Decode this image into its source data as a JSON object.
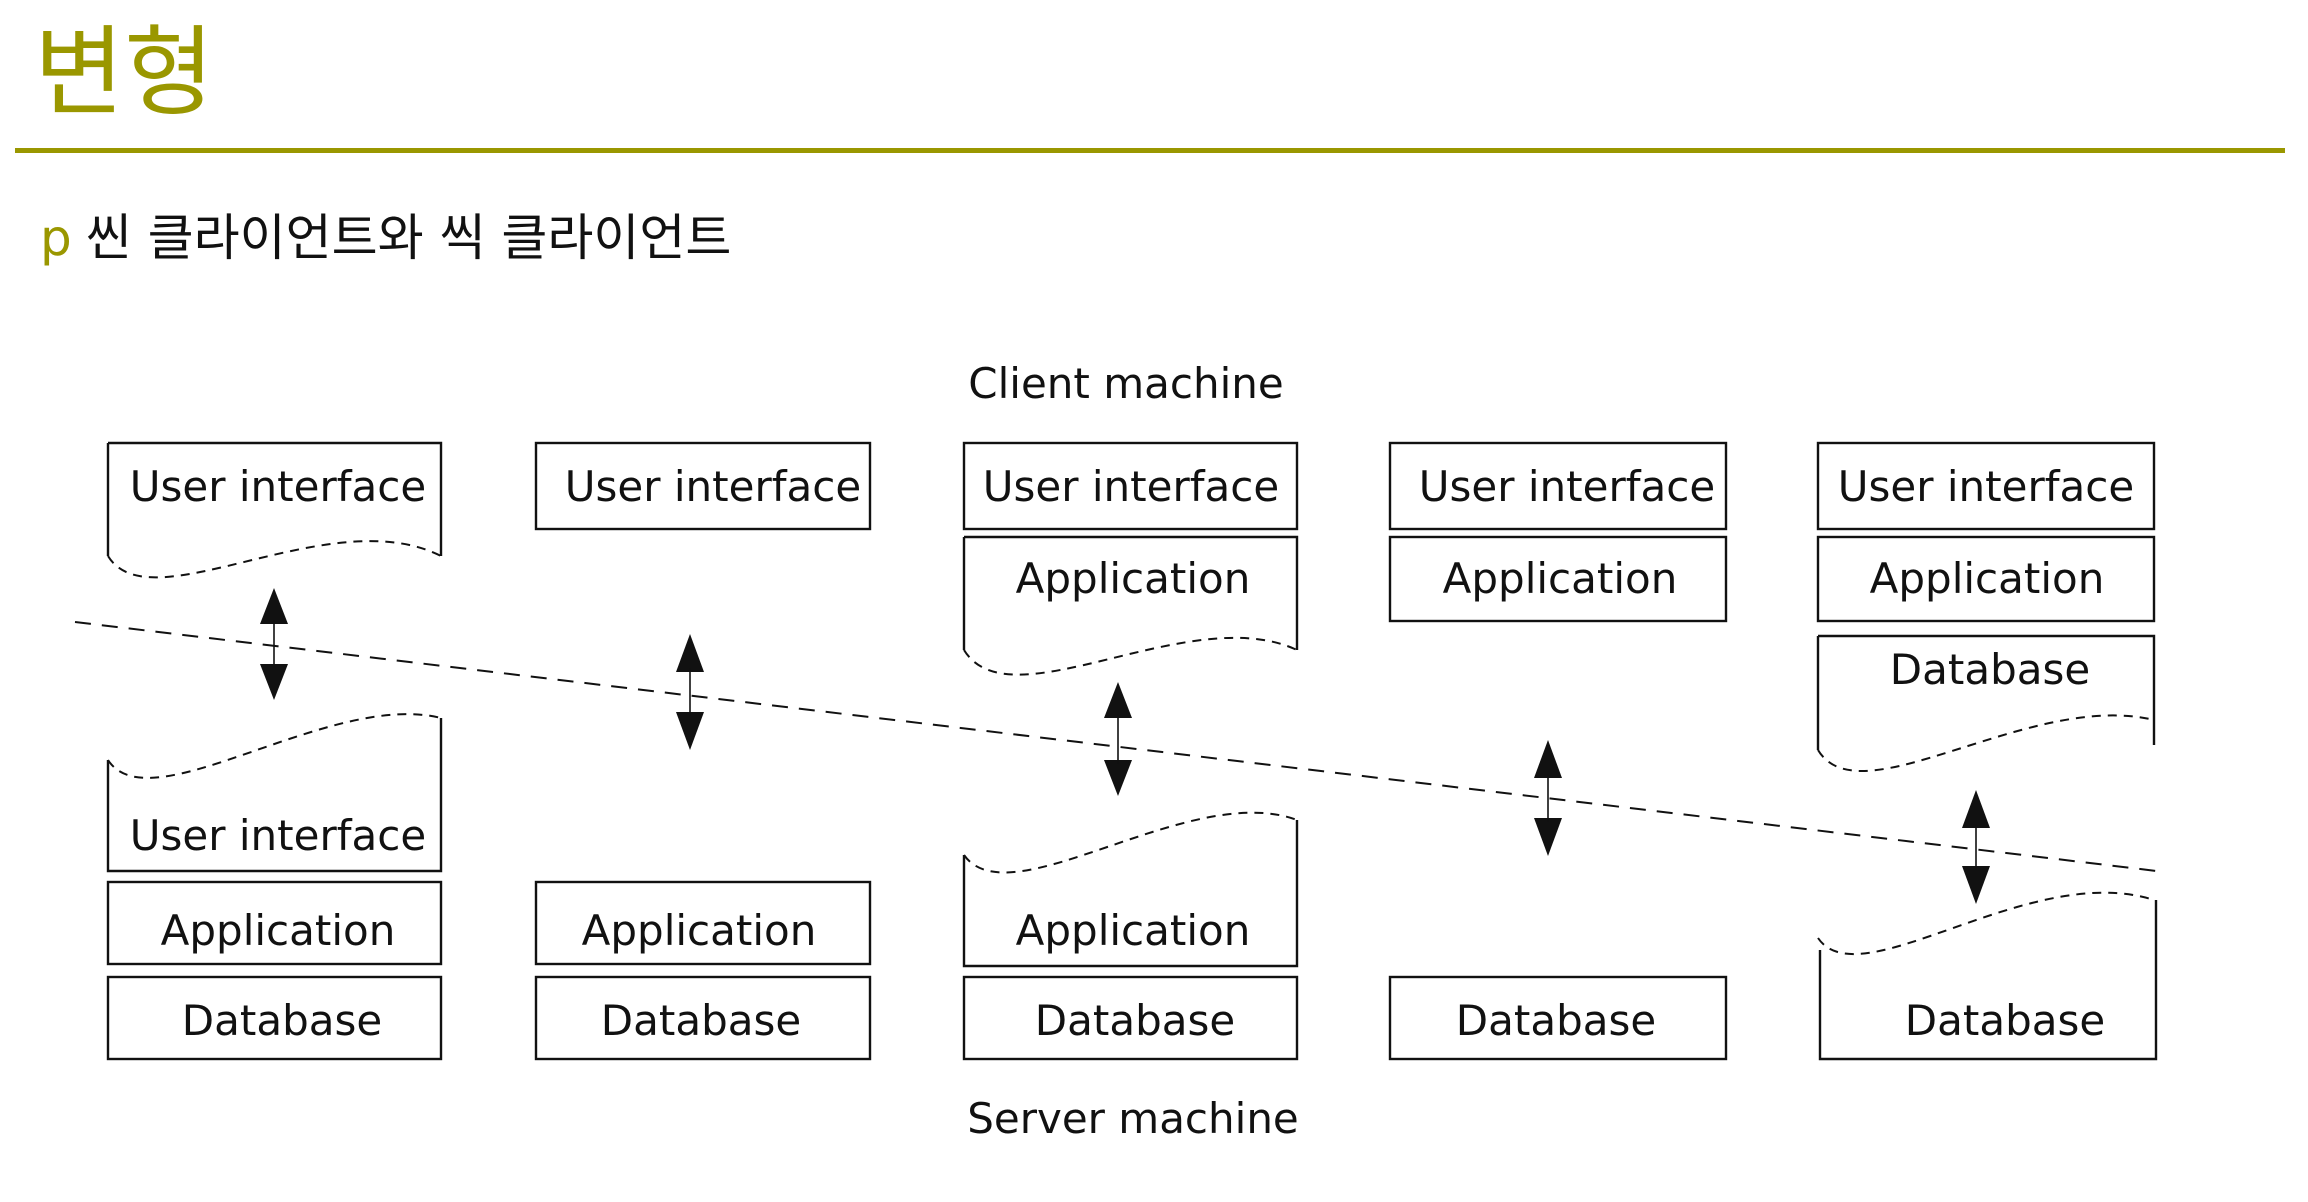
{
  "slide": {
    "title": "변형",
    "bullet_marker": "p",
    "bullet_text": "씬 클라이언트와 씩 클라이언트"
  },
  "diagram": {
    "client_label": "Client machine",
    "server_label": "Server machine",
    "layer_labels": {
      "ui": "User interface",
      "app": "Application",
      "db": "Database"
    },
    "colors": {
      "accent": "#9a9700",
      "ink": "#111111"
    }
  }
}
